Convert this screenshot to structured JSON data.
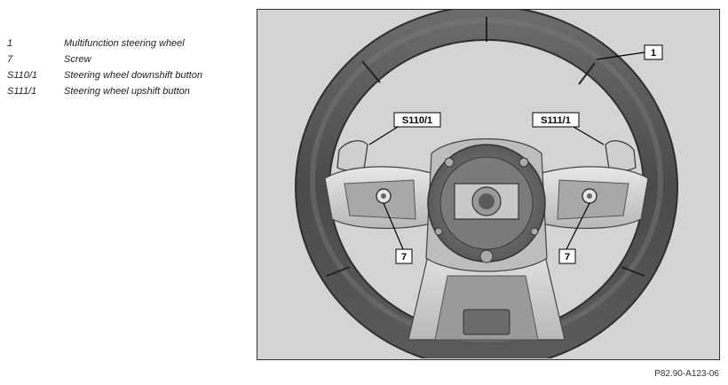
{
  "legend": [
    {
      "key": "1",
      "text": "Multifunction steering wheel"
    },
    {
      "key": "7",
      "text": "Screw"
    },
    {
      "key": "S110/1",
      "text": "Steering wheel downshift button"
    },
    {
      "key": "S111/1",
      "text": "Steering wheel upshift button"
    }
  ],
  "callouts": {
    "wheel": "1",
    "downshift": "S110/1",
    "upshift": "S111/1",
    "screw_left": "7",
    "screw_right": "7"
  },
  "figure_code": "P82.90-A123-06"
}
